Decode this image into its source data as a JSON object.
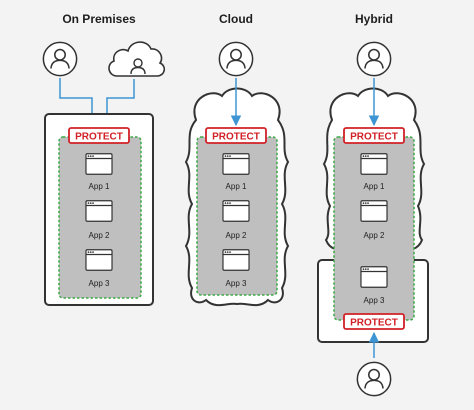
{
  "columns": [
    {
      "title": "On Premises",
      "protect_label": "PROTECT",
      "apps": [
        "App 1",
        "App 2",
        "App 3"
      ]
    },
    {
      "title": "Cloud",
      "protect_label": "PROTECT",
      "apps": [
        "App 1",
        "App 2",
        "App 3"
      ]
    },
    {
      "title": "Hybrid",
      "protect_label_top": "PROTECT",
      "protect_label_bottom": "PROTECT",
      "apps": [
        "App 1",
        "App 2",
        "App 3"
      ]
    }
  ],
  "colors": {
    "arrow": "#3d95d3",
    "protect": "#d12026",
    "app_group_fill": "#bfbfbf",
    "app_group_border": "#3aa847",
    "frame": "#333333",
    "background": "#f3f3f3"
  },
  "icons": [
    "user-icon",
    "cloud-user-icon",
    "app-window-icon",
    "cloud-frame"
  ]
}
